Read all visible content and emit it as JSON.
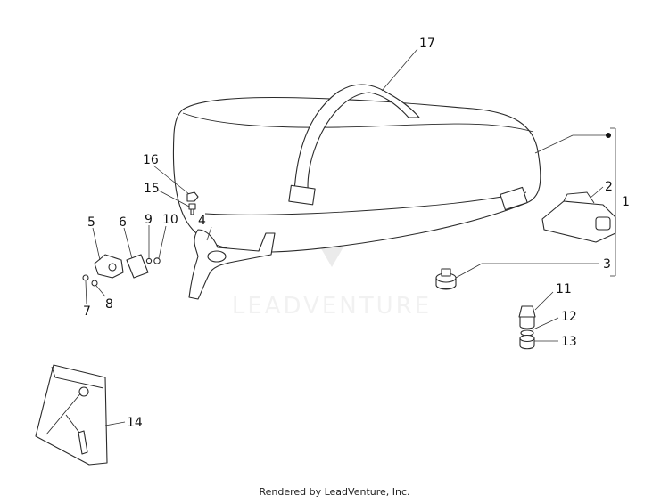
{
  "callouts": [
    "17",
    "16",
    "15",
    "5",
    "6",
    "9",
    "10",
    "4",
    "7",
    "8",
    "2",
    "1",
    "3",
    "11",
    "12",
    "13",
    "14"
  ],
  "watermark": {
    "text": "LEADVENTURE"
  },
  "footer": {
    "text": "Rendered by LeadVenture, Inc."
  }
}
